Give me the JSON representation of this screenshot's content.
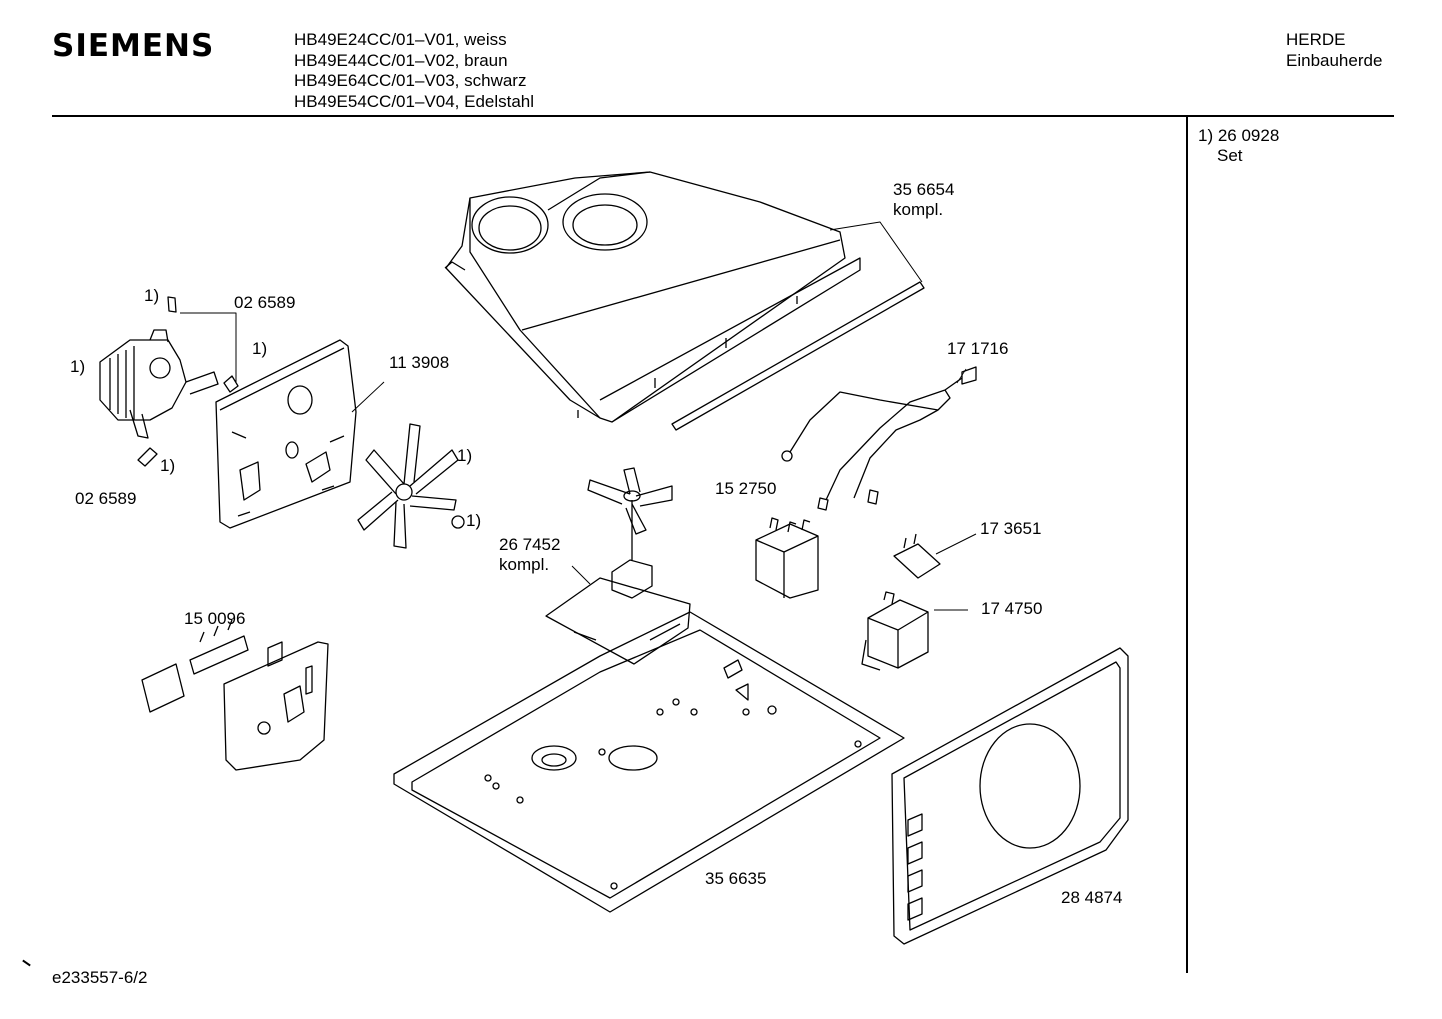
{
  "header": {
    "brand": "SIEMENS",
    "models": [
      "HB49E24CC/01–V01, weiss",
      "HB49E44CC/01–V02, braun",
      "HB49E64CC/01–V03, schwarz",
      "HB49E54CC/01–V04, Edelstahl"
    ],
    "category": "HERDE",
    "subcategory": "Einbauherde"
  },
  "note": {
    "ref": "1) 26 0928",
    "text": "Set"
  },
  "parts": {
    "p356654": "35 6654",
    "p356654_sub": "kompl.",
    "p171716": "17 1716",
    "p026589_top": "02 6589",
    "p113908": "11 3908",
    "p026589_bottom": "02 6589",
    "p152750": "15 2750",
    "p267452": "26 7452",
    "p267452_sub": "kompl.",
    "p173651": "17 3651",
    "p174750": "17 4750",
    "p150096": "15 0096",
    "p356635": "35 6635",
    "p284874": "28 4874"
  },
  "footnote_marks": {
    "m1": "1)",
    "m2": "1)",
    "m3": "1)",
    "m4": "1)",
    "m5": "1)",
    "m6": "1)"
  },
  "footer": {
    "drawing_id": "e233557-6/2"
  }
}
